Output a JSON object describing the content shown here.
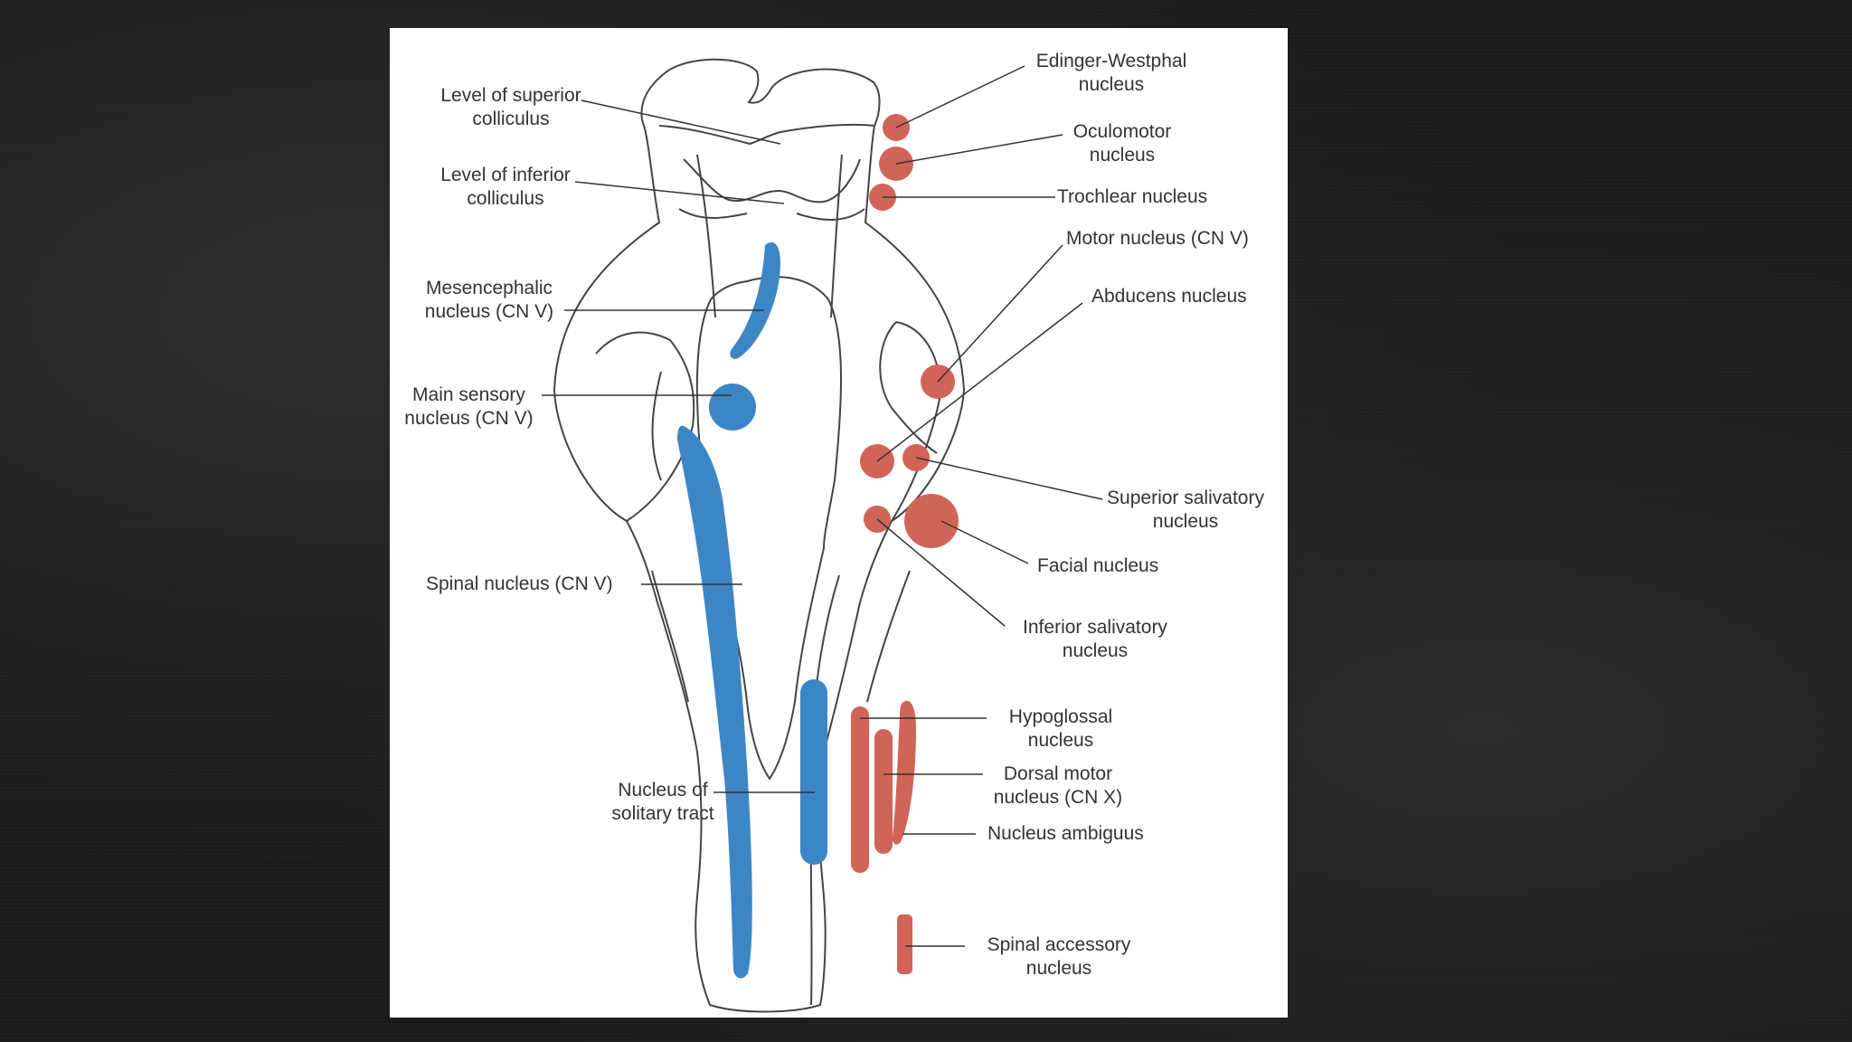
{
  "colors": {
    "sensory": "#3d86c6",
    "motor": "#d16458",
    "outline": "#444444",
    "leader": "#333333"
  },
  "labels": {
    "level_superior_colliculus": [
      "Level of superior",
      "colliculus"
    ],
    "level_inferior_colliculus": [
      "Level of inferior",
      "colliculus"
    ],
    "mesencephalic_nucleus": [
      "Mesencephalic",
      "nucleus (CN V)"
    ],
    "main_sensory_nucleus": [
      "Main sensory",
      "nucleus (CN V)"
    ],
    "spinal_nucleus": "Spinal nucleus (CN V)",
    "nucleus_solitary_tract": [
      "Nucleus of",
      "solitary tract"
    ],
    "edinger_westphal": [
      "Edinger-Westphal",
      "nucleus"
    ],
    "oculomotor": [
      "Oculomotor",
      "nucleus"
    ],
    "trochlear": "Trochlear nucleus",
    "motor_nucleus": "Motor nucleus (CN V)",
    "abducens": "Abducens nucleus",
    "superior_salivatory": [
      "Superior salivatory",
      "nucleus"
    ],
    "facial": "Facial nucleus",
    "inferior_salivatory": [
      "Inferior salivatory",
      "nucleus"
    ],
    "hypoglossal": [
      "Hypoglossal",
      "nucleus"
    ],
    "dorsal_motor": [
      "Dorsal motor",
      "nucleus (CN X)"
    ],
    "nucleus_ambiguus": "Nucleus ambiguus",
    "spinal_accessory": [
      "Spinal accessory",
      "nucleus"
    ]
  }
}
